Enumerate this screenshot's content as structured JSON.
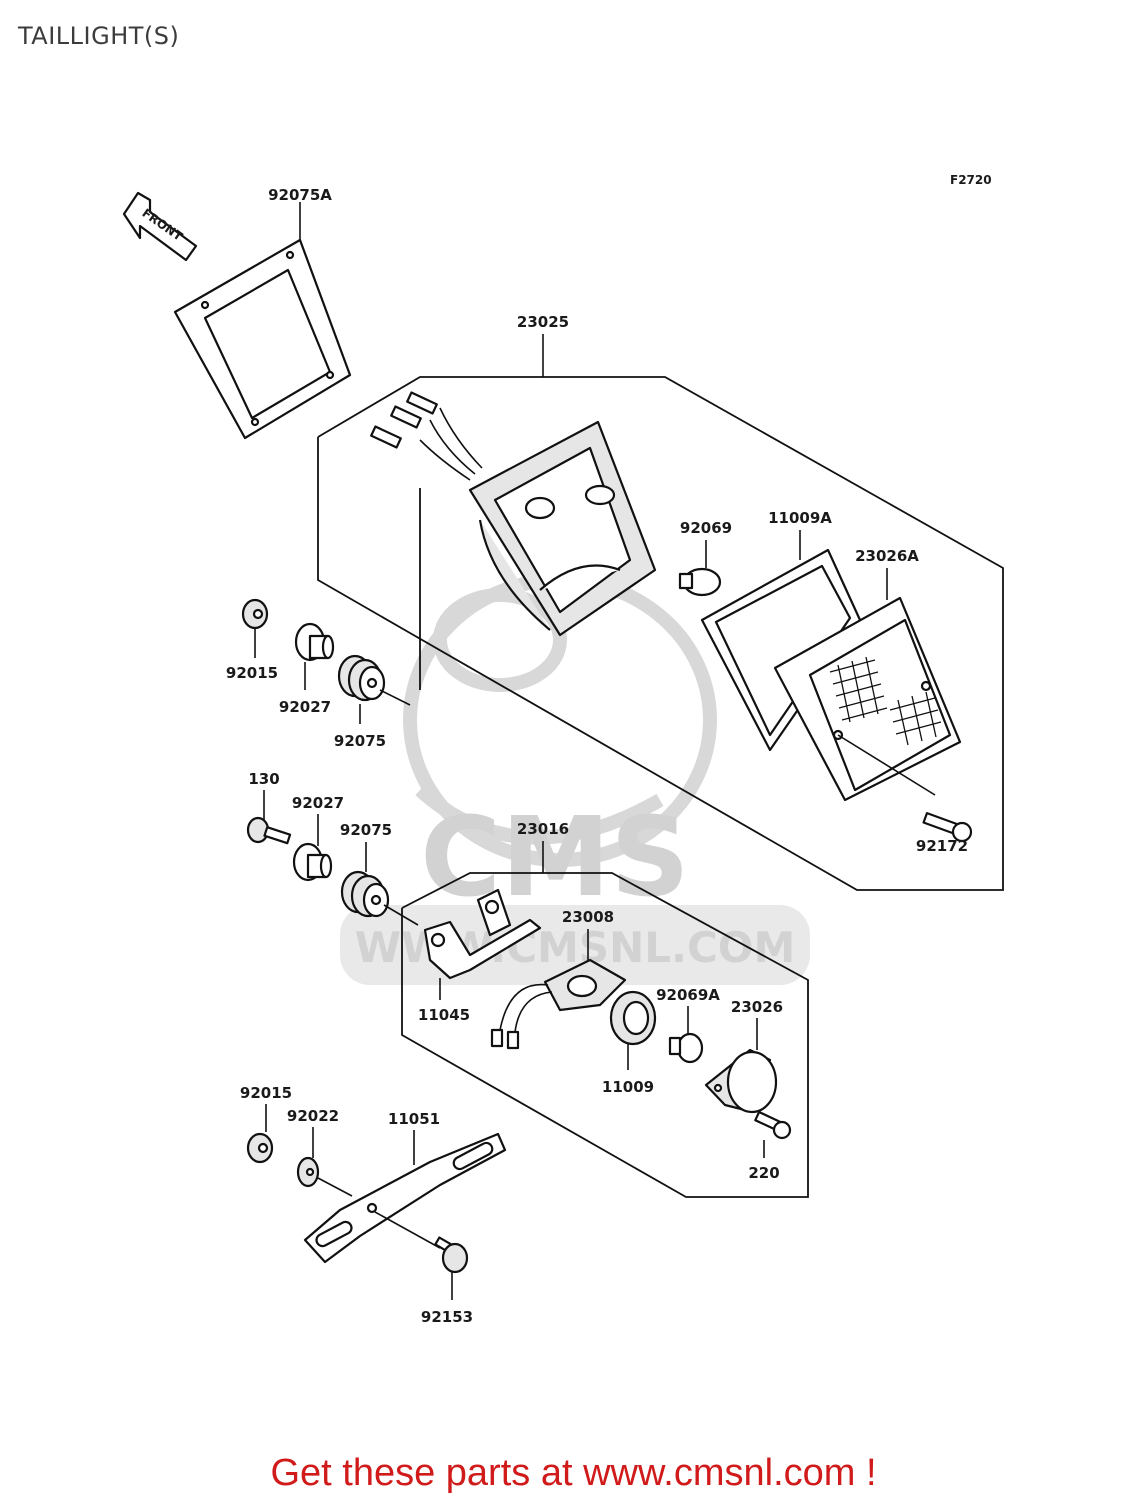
{
  "page": {
    "title": "TAILLIGHT(S)",
    "figure_code": "F2720",
    "front_label": "FRONT"
  },
  "watermark": {
    "brand": "CMS",
    "url_text": "WWW.CMSNL.COM"
  },
  "parts": {
    "p92075A": "92075A",
    "p23025": "23025",
    "p92069": "92069",
    "p11009A": "11009A",
    "p23026A": "23026A",
    "p92015_top": "92015",
    "p92027_top": "92027",
    "p92075_top": "92075",
    "p130": "130",
    "p92027_mid": "92027",
    "p92075_mid": "92075",
    "p23016": "23016",
    "p23008": "23008",
    "p92172": "92172",
    "p11045": "11045",
    "p92069A": "92069A",
    "p23026": "23026",
    "p11009": "11009",
    "p220": "220",
    "p92015_bot": "92015",
    "p92022": "92022",
    "p11051": "11051",
    "p92153": "92153"
  },
  "footer": {
    "cta": "Get these parts at www.cmsnl.com !"
  },
  "colors": {
    "cta": "#d11a1a",
    "line": "#111111",
    "watermark": "#d8d8d8"
  }
}
